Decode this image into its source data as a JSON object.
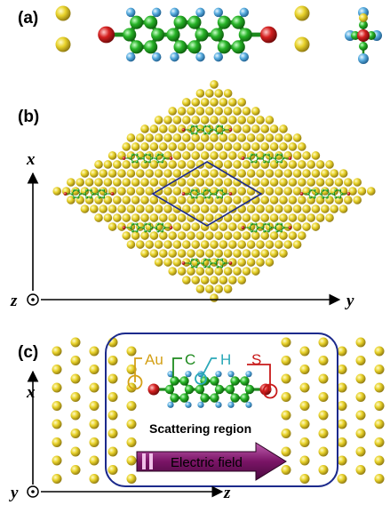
{
  "panels": {
    "a": {
      "label": "(a)"
    },
    "b": {
      "label": "(b)",
      "axis_x": "x",
      "axis_y": "y",
      "axis_z": "z"
    },
    "c": {
      "label": "(c)",
      "axis_x": "x",
      "axis_y": "y",
      "axis_z": "z"
    }
  },
  "legend": {
    "au": "Au",
    "c": "C",
    "h": "H",
    "s": "S",
    "scattering": "Scattering region",
    "efield": "Electric field"
  },
  "colors": {
    "gold": "#e8d22a",
    "carbon": "#28b428",
    "hydrogen": "#5aaee0",
    "sulfur": "#d42020",
    "frame": "#1c2a8c",
    "arrow": "#8a1a6a",
    "au_label": "#d4a017",
    "c_label": "#1e8a1e",
    "h_label": "#2aa8b8",
    "s_label": "#c81a1a"
  }
}
